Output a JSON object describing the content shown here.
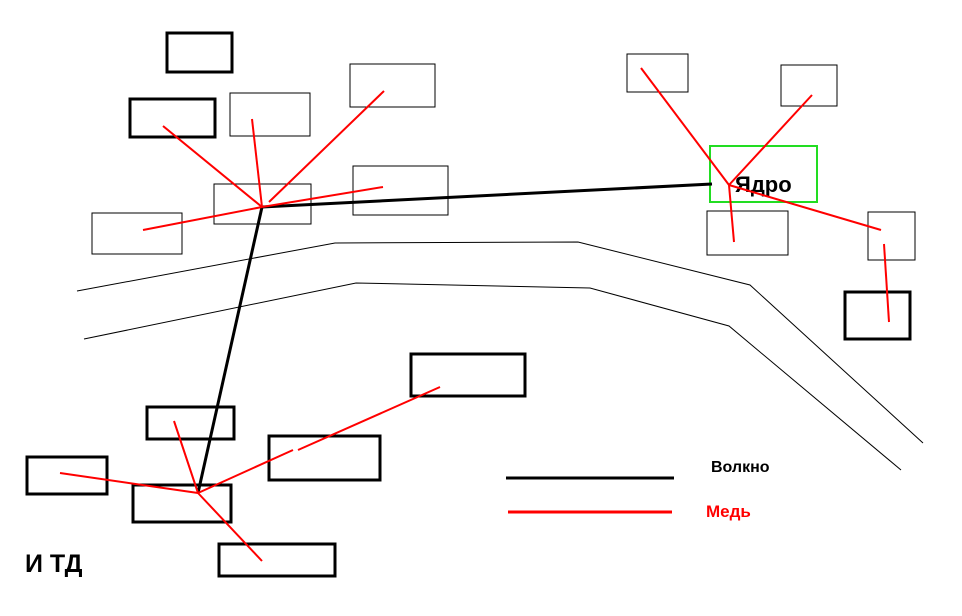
{
  "labels": {
    "core": "Ядро",
    "etc": "И ТД"
  },
  "legend": {
    "fiber_label": "Волкно",
    "copper_label": "Медь"
  },
  "colors": {
    "fiber": "#000000",
    "copper": "#ff0000",
    "core_box": "#22dd22",
    "road": "#000000"
  }
}
